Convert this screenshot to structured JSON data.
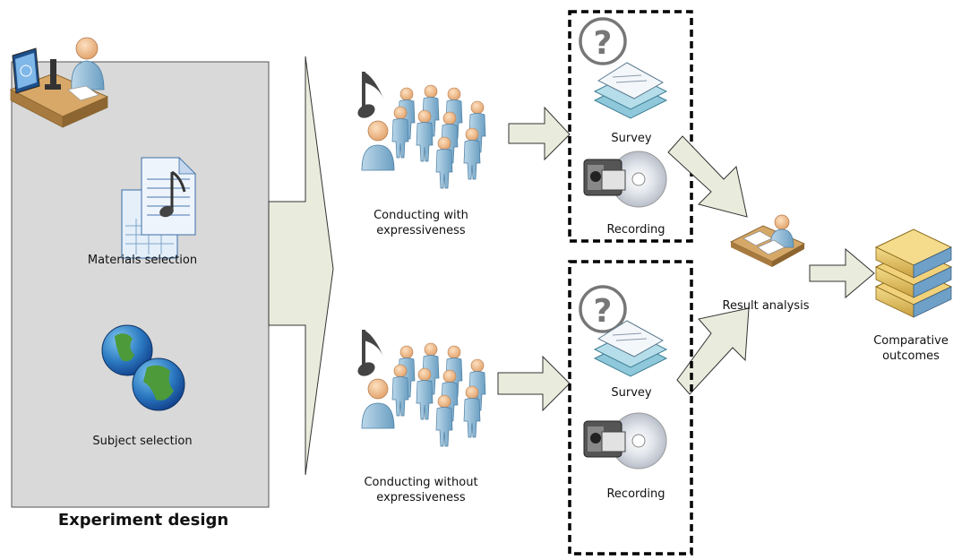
{
  "design": {
    "title": "Experiment design",
    "materials_label": "Materials selection",
    "subjects_label": "Subject selection"
  },
  "conditions": [
    {
      "label_line1": "Conducting with",
      "label_line2": "expressiveness",
      "survey_label": "Survey",
      "recording_label": "Recording"
    },
    {
      "label_line1": "Conducting without",
      "label_line2": "expressiveness",
      "survey_label": "Survey",
      "recording_label": "Recording"
    }
  ],
  "analysis": {
    "label": "Result analysis"
  },
  "outcome": {
    "label_line1": "Comparative",
    "label_line2": "outcomes"
  },
  "colors": {
    "panel": "#d9d9d9",
    "arrow": "#e8ebd9",
    "figure": "#9dc3dc",
    "figure_dark": "#6a9cbd",
    "skin": "#f4c596",
    "dash": "#000000"
  }
}
